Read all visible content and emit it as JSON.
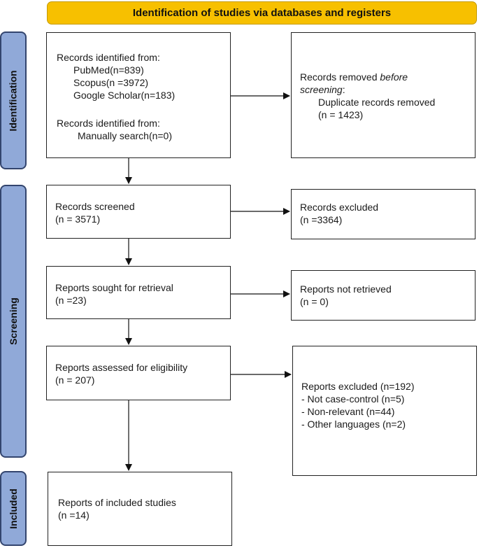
{
  "header": {
    "title": "Identification of studies via databases and registers"
  },
  "phases": {
    "identification": "Identification",
    "screening": "Screening",
    "included": "Included"
  },
  "boxes": {
    "records_identified": {
      "line1": "Records identified from:",
      "line2": "PubMed(n=839)",
      "line3": "Scopus(n =3972)",
      "line4": "Google Scholar(n=183)",
      "line5": "Records identified from:",
      "line6": "Manually search(n=0)"
    },
    "records_removed": {
      "line1a": "Records removed ",
      "line1b": "before",
      "line2a": "screening",
      "line2b": ":",
      "line3": "Duplicate records removed",
      "line4": "(n = 1423)"
    },
    "records_screened": {
      "line1": "Records screened",
      "line2": "(n = 3571)"
    },
    "records_excluded": {
      "line1": "Records excluded",
      "line2": "(n =3364)"
    },
    "reports_sought": {
      "line1": "Reports sought for retrieval",
      "line2": "(n =23)"
    },
    "reports_not_retrieved": {
      "line1": "Reports not retrieved",
      "line2": "(n = 0)"
    },
    "reports_assessed": {
      "line1": "Reports assessed for eligibility",
      "line2": "(n = 207)"
    },
    "reports_excluded": {
      "line1": "Reports excluded (n=192)",
      "line2": "- Not case-control (n=5)",
      "line3": "- Non-relevant (n=44)",
      "line4": "- Other languages (n=2)"
    },
    "included_studies": {
      "line1": "Reports of included studies",
      "line2": "(n =14)"
    }
  },
  "colors": {
    "header_fill": "#f7c000",
    "phase_fill": "#90a9d8",
    "phase_border": "#33456e"
  }
}
